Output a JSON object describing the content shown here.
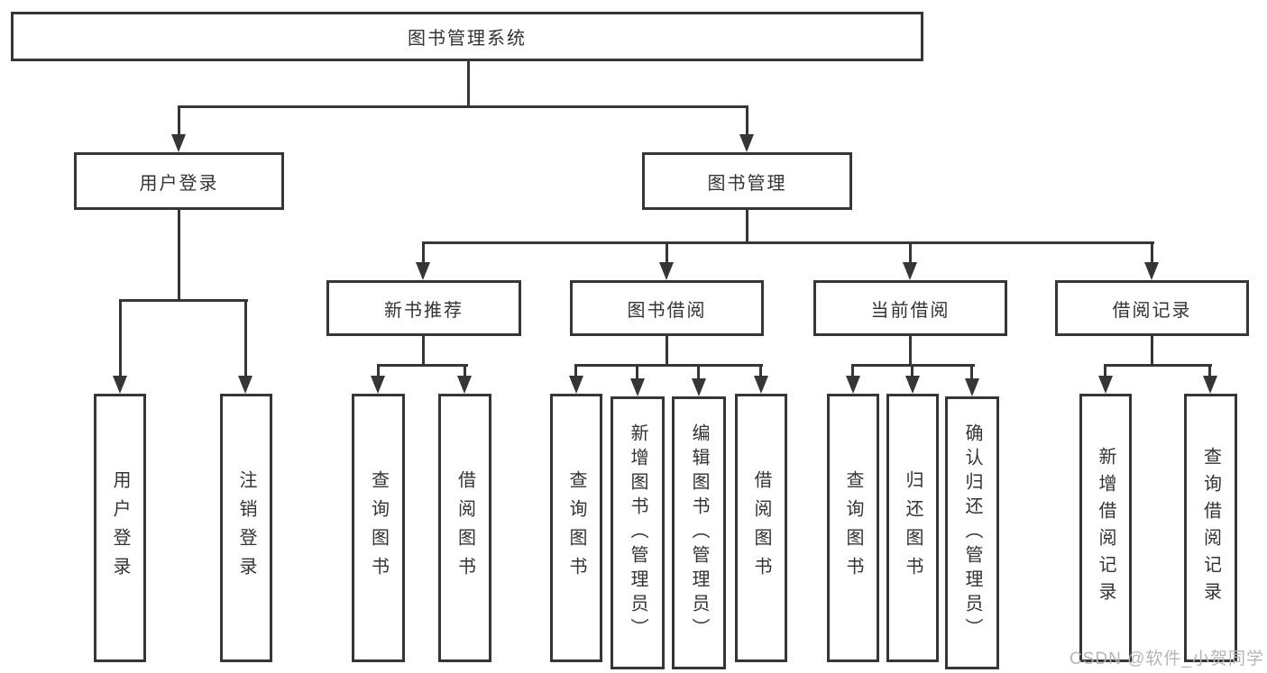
{
  "diagram": {
    "root": {
      "label": "图书管理系统"
    },
    "branches": [
      {
        "label": "用户登录",
        "children": [
          {
            "label": "用户登录"
          },
          {
            "label": "注销登录"
          }
        ]
      },
      {
        "label": "图书管理",
        "children": [
          {
            "label": "新书推荐",
            "children": [
              {
                "label": "查询图书"
              },
              {
                "label": "借阅图书"
              }
            ]
          },
          {
            "label": "图书借阅",
            "children": [
              {
                "label": "查询图书"
              },
              {
                "label": "新增图书（管理员）"
              },
              {
                "label": "编辑图书（管理员）"
              },
              {
                "label": "借阅图书"
              }
            ]
          },
          {
            "label": "当前借阅",
            "children": [
              {
                "label": "查询图书"
              },
              {
                "label": "归还图书"
              },
              {
                "label": "确认归还（管理员）"
              }
            ]
          },
          {
            "label": "借阅记录",
            "children": [
              {
                "label": "新增借阅记录"
              },
              {
                "label": "查询借阅记录"
              }
            ]
          }
        ]
      }
    ]
  },
  "watermark": {
    "text": "CSDN @软件_小贺同学"
  },
  "colors": {
    "line": "#363636",
    "text": "#333333",
    "background": "#ffffff",
    "watermark": "#b3b6b9"
  }
}
